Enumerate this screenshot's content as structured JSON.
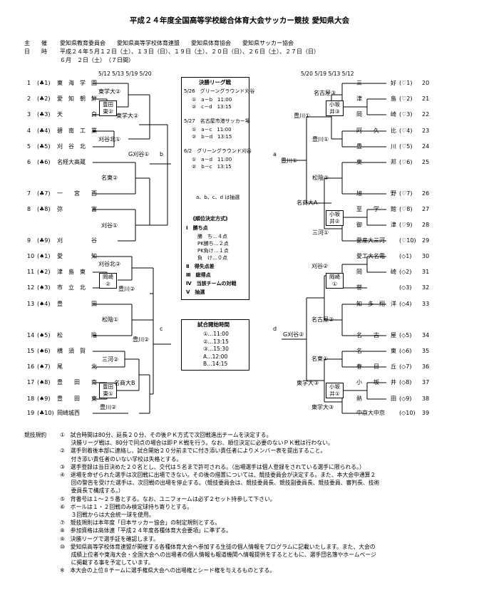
{
  "title": "平成２４年度全国高等学校総合体育大会サッカー競技 愛知県大会",
  "header": {
    "shusai_label": "主　　催",
    "shusai_value": "愛知県教育委員会　　愛知県高等学校体育連盟　　愛知県体育協会　　愛知県サッカー協会",
    "nichiji_label": "日　　時",
    "nichiji_value": "平成２４年５月１２日（土）、１３日（日）、１９日（土）、２０日（日）、２６日（土）、２７日（日）",
    "nichiji_value2": "６月　２日（土）　（７日間）"
  },
  "dates_left": "5/12 5/13 5/19 5/20",
  "dates_right": "5/20 5/19 5/13 5/12",
  "left_teams": [
    {
      "num": "1",
      "seed": "(♣1)",
      "name": "東　海　学　園"
    },
    {
      "num": "2",
      "seed": "(♣2)",
      "name": "愛　知　朝　鮮"
    },
    {
      "num": "3",
      "seed": "(♣3)",
      "name": "天　　　　　白"
    },
    {
      "num": "4",
      "seed": "(♣4)",
      "name": "碧　南　工　業"
    },
    {
      "num": "5",
      "seed": "(♣5)",
      "name": "刈　谷　北"
    },
    {
      "num": "6",
      "seed": "(♣6)",
      "name": "名経大高蔵"
    },
    {
      "num": "7",
      "seed": "(♣7)",
      "name": "一　　宮　　西"
    },
    {
      "num": "8",
      "seed": "(♣8)",
      "name": "弥　　　　　富"
    },
    {
      "num": "9",
      "seed": "(♣9)",
      "name": "刈　　　　　谷"
    },
    {
      "num": "10",
      "seed": "(♠1)",
      "name": "愛　　　　　知"
    },
    {
      "num": "11",
      "seed": "(♠2)",
      "name": "津　島　東"
    },
    {
      "num": "12",
      "seed": "(♠3)",
      "name": "市　立　北"
    },
    {
      "num": "13",
      "seed": "(♠4)",
      "name": "豊　　　　　田"
    },
    {
      "num": "14",
      "seed": "(♠5)",
      "name": "松　　　　　陰"
    },
    {
      "num": "15",
      "seed": "(♠6)",
      "name": "横　須　賀"
    },
    {
      "num": "16",
      "seed": "(♠7)",
      "name": "尾　　　　　北"
    },
    {
      "num": "17",
      "seed": "(♠8)",
      "name": "豊　　田　　南"
    },
    {
      "num": "18",
      "seed": "(♠9)",
      "name": "豊　　田　　東"
    },
    {
      "num": "19",
      "seed": "(♣10)",
      "name": "岡崎城西"
    }
  ],
  "right_teams": [
    {
      "num": "20",
      "seed": "(♡1)",
      "name": "三　　　　　好"
    },
    {
      "num": "21",
      "seed": "(♡2)",
      "name": "津　　　　　島"
    },
    {
      "num": "22",
      "seed": "(♡3)",
      "name": "岡　　　　　崎"
    },
    {
      "num": "23",
      "seed": "(♡4)",
      "name": "阿　　久　　比"
    },
    {
      "num": "24",
      "seed": "(♡5)",
      "name": "豊　　　　　川"
    },
    {
      "num": "25",
      "seed": "(♡6)",
      "name": "東　　　　　邦"
    },
    {
      "num": "26",
      "seed": "(♡7)",
      "name": "旭　　　　　野"
    },
    {
      "num": "27",
      "seed": "(♡8)",
      "name": "至　　学　　館"
    },
    {
      "num": "28",
      "seed": "(♡9)",
      "name": "御　　　　　津"
    },
    {
      "num": "29",
      "seed": "(♡10)",
      "name": "愛産大三河"
    },
    {
      "num": "30",
      "seed": "(◇1)",
      "name": "愛工大名電"
    },
    {
      "num": "31",
      "seed": "(◇2)",
      "name": "岡　　　　　崎"
    },
    {
      "num": "32",
      "seed": "(◇3)",
      "name": "誉"
    },
    {
      "num": "33",
      "seed": "(◇4)",
      "name": "知　多　翔　洋"
    },
    {
      "num": "34",
      "seed": "(◇5)",
      "name": "名　　古　　屋"
    },
    {
      "num": "35",
      "seed": "(◇6)",
      "name": "名　　　　　東"
    },
    {
      "num": "36",
      "seed": "(◇7)",
      "name": "春　　日　　丘"
    },
    {
      "num": "37",
      "seed": "(◇8)",
      "name": "小　　坂　　井"
    },
    {
      "num": "38",
      "seed": "(◇9)",
      "name": "熱　　　　　田"
    },
    {
      "num": "39",
      "seed": "(◇10)",
      "name": "中京大中京"
    }
  ],
  "left_results": {
    "r1": "東学大②",
    "pre": "豊田\n東②",
    "r2a": "東学大②",
    "r1b": "刈谷北①",
    "r3a": "G刈谷①",
    "r2b": "名東②",
    "r1c": "刈谷①",
    "r1d": "刈谷北②",
    "pre2": "岡崎\n②",
    "r2c": "豊川②",
    "r1e": "松陰①",
    "r3c": "豊川②",
    "r1f": "三河②",
    "pre3": "豊田\n東①",
    "r2d": "名商大B",
    "r1g": "豊川②"
  },
  "right_results": {
    "r1": "名古屋③",
    "pre": "小坂\n井③",
    "r2a": "豊川①",
    "r1b": "豊川①",
    "r3a": "豊川①",
    "r1c": "松陰②",
    "r2b": "名商大A",
    "pre2": "小坂\n井②",
    "r1d": "三河①",
    "r1e": "刈谷②",
    "pre3": "岡崎\n①",
    "r3c": "G刈谷②",
    "r1f": "名古屋②",
    "r1g": "名東①",
    "r2c": "東学大③",
    "pre4": "小坂\n井①",
    "r1h": "東学大③"
  },
  "bracket_letters": {
    "b": "b",
    "a": "a",
    "c": "c",
    "d": "d"
  },
  "final_box": {
    "title": "決勝リーグ戦",
    "lines": [
      "5/26　グリーングラウンド刈谷",
      "①　a－b　11:00",
      "②　c－d　13:15",
      "5/27　名古屋市港サッカー場",
      "①　a－c　11:00",
      "②　b－d　13:15",
      "6/2　グリーングラウンド刈谷",
      "①　a－d　11:00",
      "②　b－c　13:15",
      "a、b、c、d は抽選",
      "《順位決定方式》",
      "Ⅰ　勝ち点",
      "勝　ち…４点",
      "PK勝ち…２点",
      "PK負け…１点",
      "負　け…０点",
      "Ⅱ　得失点差",
      "Ⅲ　総得点",
      "Ⅳ　当該チームの対戦",
      "Ⅴ　抽選"
    ]
  },
  "time_box": {
    "title": "試合開始時間",
    "lines": [
      "①…11:00",
      "②…13:15",
      "③…15:30",
      "A…12:00",
      "B…14:15"
    ]
  },
  "rules": {
    "heading": "競技規約",
    "items": [
      "①　試合時間は80分、延長２０分、その後ＰＫ方式で次回戦進出チームを決定する。",
      "　　決勝リーグ戦は、80分で同点の場合は即ＰＫ戦を行う。なお、順位決定に必要のないＰＫ戦は行わない。",
      "②　選手到着後本部に連絡し、試合開始２０分前までに付き添い責任者によりメンバー表を提出すること。",
      "　　付き添い責任者のいない学校は失格とする。",
      "③　選手登録は当日決めた２０名とし、交代は５名まで許可される。（出場選手は個人登録をされている選手に限られる。）",
      "④　退場を命ぜられた選手は次回戦に出場できない。その後の措置については、競技委員会が決定する。また、本大会中通算２",
      "　　回の警告を受けた選手は、次回戦の出場を停止する。（競技委員会は、競技委員長、競技副委員長、競技委員、審判長、技術",
      "　　委員長で構成する。）",
      "⑤　背番号は１～２５番とする。なお、ユニフォームは必ず２セット持参して下さい。",
      "⑥　ボールは１・２回戦のみ検定球持ち寄りとする。",
      "　　３回戦からは大会統一球を使用。",
      "⑦　競技規則は本年度「日本サッカー協会」の制定規則とする。",
      "⑧　参加資格は高体連「平成２４年度各種体育大会要項」に準ずる。",
      "⑨　決勝リーグで選手証を確認します。",
      "⑩　愛知県高等学校体育連盟が開催する各種体育大会へ参加する生徒の個人情報をプログラムに記載いたします。また、大会の",
      "　　成績上位者や東海大会・全国大会への出場者の個人情報も報道機関へ情報提供をするとともに、選手団名簿やホームページ",
      "　　に掲載する事を予定しています。",
      "※　本大会の上位８チームに選手権県大会への出場権とシード権を与えるものとする。"
    ]
  }
}
